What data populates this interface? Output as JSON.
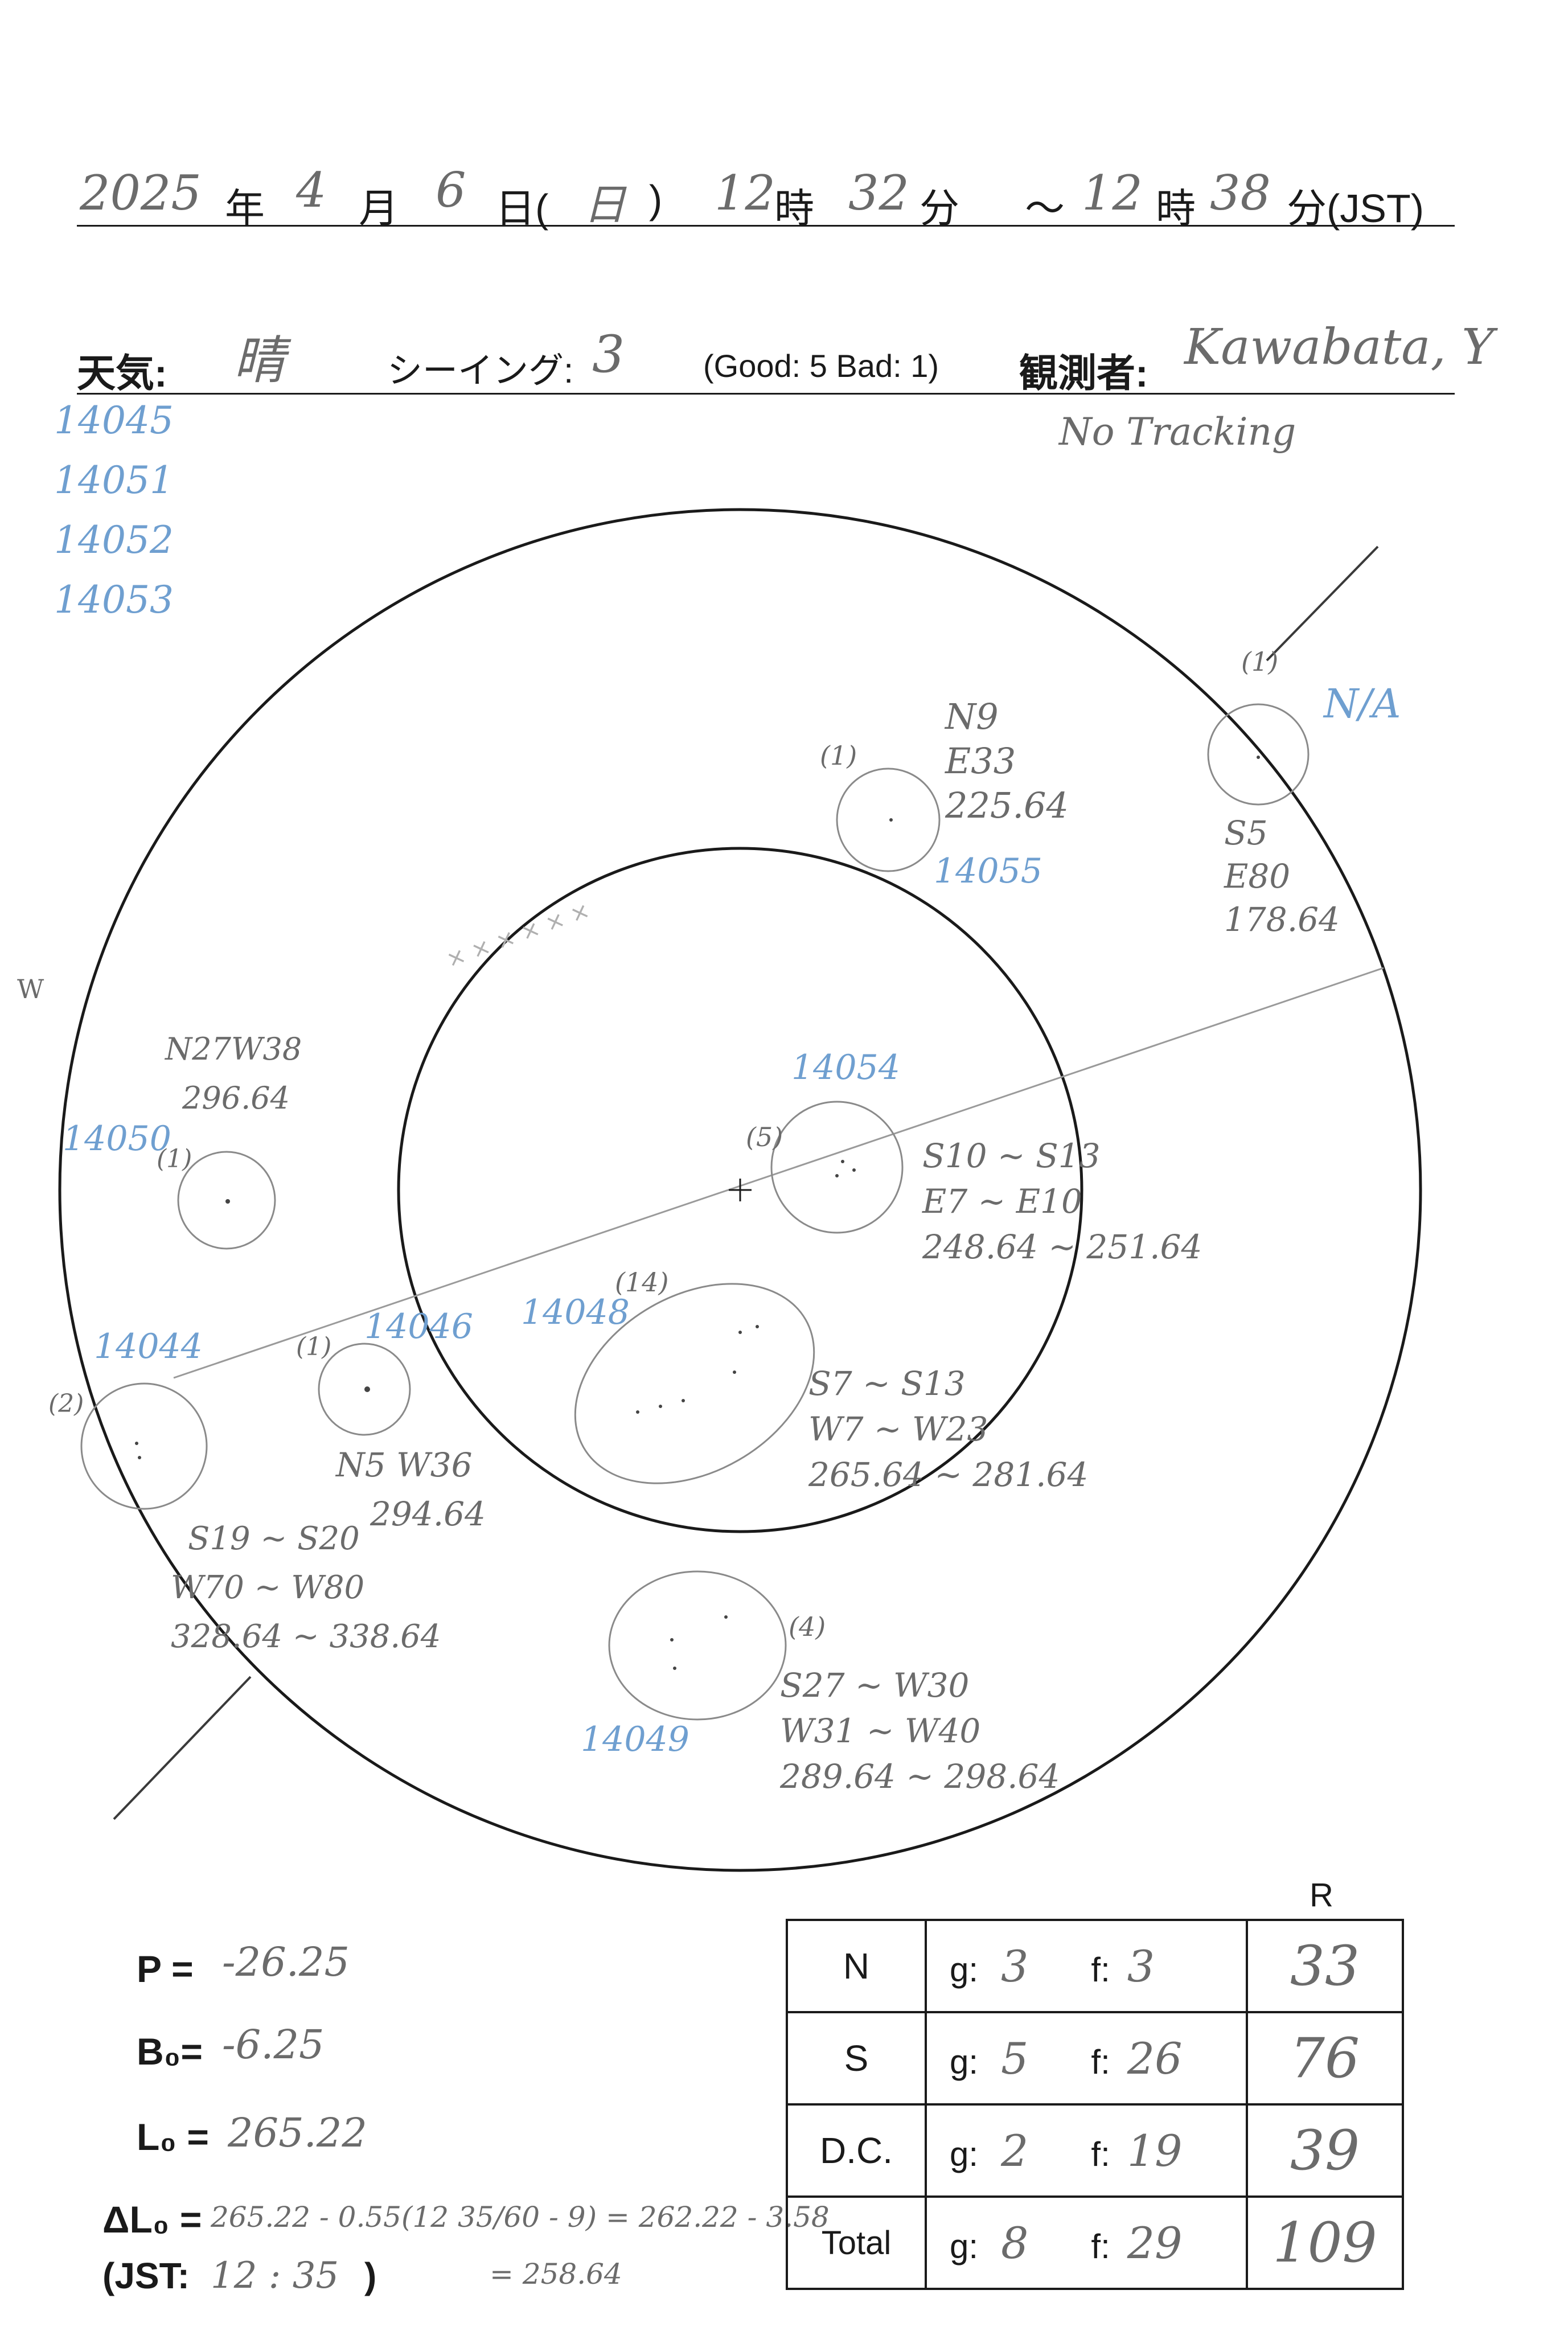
{
  "header": {
    "year": "2025",
    "year_unit": "年",
    "month": "4",
    "month_unit": "月",
    "day": "6",
    "day_unit": "日(",
    "weekday": "日",
    "weekday_close": ")",
    "start_hour": "12",
    "hour_unit": "時",
    "start_min": "32",
    "min_unit": "分",
    "tilde": "～",
    "end_hour": "12",
    "end_hour_unit": "時",
    "end_min": "38",
    "end_min_unit": "分(JST)"
  },
  "conditions": {
    "weather_label": "天気:",
    "weather": "晴",
    "seeing_label": "シーイング:",
    "seeing": "3",
    "scale": "(Good: 5  Bad: 1)",
    "observer_label": "観測者:",
    "observer": "Kawabata, Y",
    "tracking": "No Tracking"
  },
  "left_numbers": [
    "14045",
    "14051",
    "14052",
    "14053"
  ],
  "direction_w": "W",
  "groups": [
    {
      "id": "g-n9",
      "count": "(1)",
      "region": "14055",
      "lines": [
        "N9",
        "E33",
        "225.64"
      ]
    },
    {
      "id": "g-s5",
      "count": "(1)",
      "region": "N/A",
      "lines": [
        "S5",
        "E80",
        "178.64"
      ]
    },
    {
      "id": "g-14054",
      "count": "(5)",
      "region": "14054",
      "lines": [
        "S10 ~ S13",
        "E7 ~ E10",
        "248.64 ~ 251.64"
      ]
    },
    {
      "id": "g-14050",
      "count": "(1)",
      "region": "14050",
      "lines": [
        "N27W38",
        "296.64"
      ]
    },
    {
      "id": "g-14048",
      "count": "(14)",
      "region": "14048",
      "lines": [
        "S7 ~ S13",
        "W7 ~ W23",
        "265.64 ~ 281.64"
      ]
    },
    {
      "id": "g-14046",
      "count": "(1)",
      "region": "14046",
      "lines": [
        "N5 W36",
        "294.64"
      ]
    },
    {
      "id": "g-14044",
      "count": "(2)",
      "region": "14044",
      "lines": [
        "S19 ~ S20",
        "W70 ~ W80",
        "328.64 ~ 338.64"
      ]
    },
    {
      "id": "g-14049",
      "count": "(4)",
      "region": "14049",
      "lines": [
        "S27 ~ W30",
        "W31 ~ W40",
        "289.64 ~ 298.64"
      ]
    }
  ],
  "params": {
    "p_label": "P =",
    "p_value": "-26.25",
    "b0_label": "B₀=",
    "b0_value": "-6.25",
    "l0_label": "L₀ =",
    "l0_value": "265.22",
    "dl0_label": "ΔL₀ =",
    "dl0_value": "265.22 - 0.55(12 35/60 - 9) = 262.22 - 3.58",
    "dl0_result": "= 258.64",
    "jst_label": "(JST:",
    "jst_value": "12 : 35",
    "jst_close": ")"
  },
  "table": {
    "r_header": "R",
    "g_label": "g:",
    "f_label": "f:",
    "rows": [
      {
        "label": "N",
        "g": "3",
        "f": "3",
        "r": "33"
      },
      {
        "label": "S",
        "g": "5",
        "f": "26",
        "r": "76"
      },
      {
        "label": "D.C.",
        "g": "2",
        "f": "19",
        "r": "39"
      },
      {
        "label": "Total",
        "g": "8",
        "f": "29",
        "r": "109"
      }
    ]
  }
}
